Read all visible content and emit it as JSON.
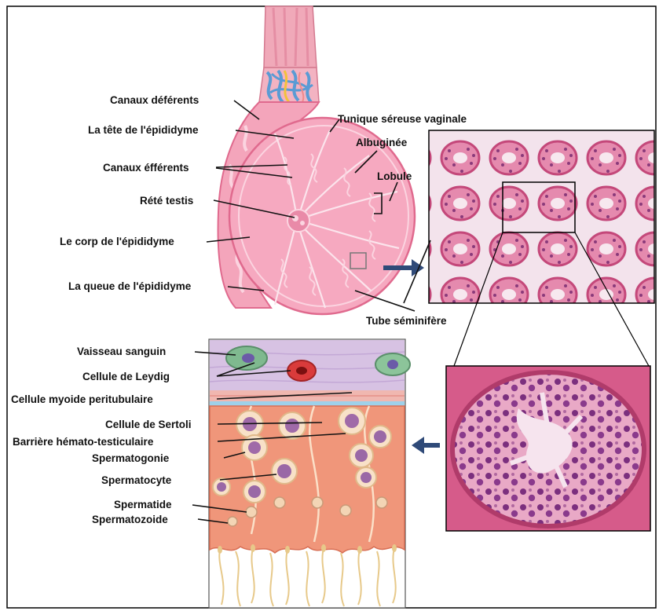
{
  "labels": {
    "canaux_deferents": "Canaux déférents",
    "tete_epididyme": "La tête de l'épididyme",
    "canaux_efferents": "Canaux éfférents",
    "rete_testis": "Rété testis",
    "corp_epididyme": "Le corp de l'épididyme",
    "queue_epididyme": "La queue de l'épididyme",
    "tunique_sereuse": "Tunique séreuse vaginale",
    "albuginee": "Albuginée",
    "lobule": "Lobule",
    "tube_seminifere": "Tube séminifère",
    "vaisseau_sanguin": "Vaisseau sanguin",
    "cellule_leydig": "Cellule de Leydig",
    "cellule_myoide": "Cellule myoide peritubulaire",
    "cellule_sertoli": "Cellule de Sertoli",
    "barriere": "Barrière hémato-testiculaire",
    "spermatogonie": "Spermatogonie",
    "spermatocyte": "Spermatocyte",
    "spermatide": "Spermatide",
    "spermatozoide": "Spermatozoide"
  },
  "colors": {
    "outline": "#e06a8e",
    "testis_fill": "#f6a9c0",
    "tubule": "#fbd4e0",
    "vessel_blue": "#5a9bd4",
    "arrow": "#2f4a78",
    "histo_bg": "#f4e6ef",
    "histo_tissue": "#d96a92",
    "cell_orange": "#f0967a"
  }
}
